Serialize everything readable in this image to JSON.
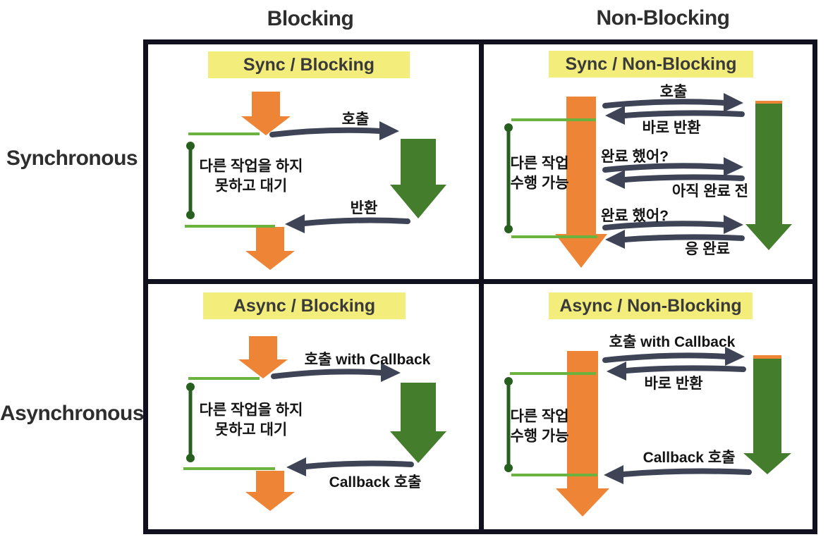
{
  "colors": {
    "background": "#ffffff",
    "border": "#10101f",
    "heading": "#2e2e2e",
    "yellow": "#f3ed7b",
    "orange": "#ee8435",
    "green": "#447e2d",
    "light_green": "#6ab33e",
    "dark_green": "#275f1e",
    "arrow": "#3e4456"
  },
  "axis": {
    "columns": [
      {
        "label": "Blocking"
      },
      {
        "label": "Non-Blocking"
      }
    ],
    "rows": [
      {
        "label": "Synchronous"
      },
      {
        "label": "Asynchronous"
      }
    ]
  },
  "quadrants": {
    "sync_blocking": {
      "title": "Sync / Blocking",
      "call_label": "호출",
      "return_label": "반환",
      "wait_line1": "다른 작업을 하지",
      "wait_line2": "못하고 대기"
    },
    "sync_nonblocking": {
      "title": "Sync / Non-Blocking",
      "call_label": "호출",
      "immediate_return_label": "바로 반환",
      "poll1_label": "완료 했어?",
      "poll1_response_label": "아직 완료 전",
      "poll2_label": "완료 했어?",
      "poll2_response_label": "응 완료",
      "other_work_line1": "다른 작업",
      "other_work_line2": "수행 가능"
    },
    "async_blocking": {
      "title": "Async / Blocking",
      "call_label": "호출 with Callback",
      "callback_label": "Callback 호출",
      "wait_line1": "다른 작업을 하지",
      "wait_line2": "못하고 대기"
    },
    "async_nonblocking": {
      "title": "Async / Non-Blocking",
      "call_label": "호출 with Callback",
      "immediate_return_label": "바로 반환",
      "callback_label": "Callback 호출",
      "other_work_line1": "다른 작업",
      "other_work_line2": "수행 가능"
    }
  }
}
